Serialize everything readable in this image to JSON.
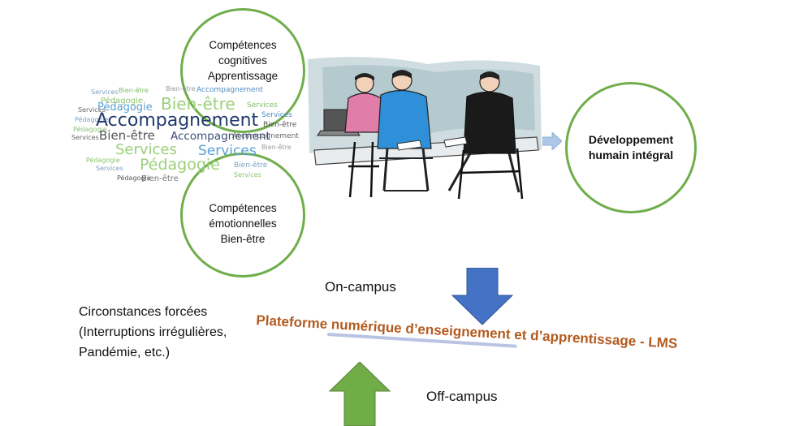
{
  "top_circle": {
    "lines": [
      "Compétences",
      "cognitives",
      "Apprentissage"
    ]
  },
  "bottom_circle": {
    "lines": [
      "Compétences",
      "émotionnelles",
      "Bien-être"
    ]
  },
  "development_circle": {
    "lines": [
      "Développement",
      "humain intégral"
    ]
  },
  "word_cloud": {
    "words": [
      "Accompagnement",
      "Bien-être",
      "Services",
      "Pédagogie",
      "Accompagnement",
      "Bien-être",
      "Services",
      "Pédagogie",
      "Services",
      "Bien-être",
      "Accompagnement",
      "Services",
      "Pédagogie",
      "Bien-être",
      "Services",
      "Pédagogie",
      "Accompagnement",
      "Bien-être",
      "Services",
      "Pédagogie",
      "Services",
      "Bien-être",
      "Pédagogie",
      "Services",
      "Bien-être",
      "Pédagogie",
      "Services",
      "Bien-être"
    ]
  },
  "on_campus_label": "On-campus",
  "off_campus_label": "Off-campus",
  "circumstances": {
    "lines": [
      "Circonstances forcées",
      "(Interruptions irrégulières,",
      "Pandémie, etc.)"
    ]
  },
  "lms_label": "Plateforme numérique d’enseignement et d’apprentissage  - LMS",
  "colors": {
    "circle_border": "#6fae4a",
    "lms_text": "#b35a1f",
    "lms_underline": "#b9c3e3",
    "down_arrow": "#4472c4",
    "up_arrow": "#70ad47",
    "right_arrow": "#aec6e8"
  }
}
